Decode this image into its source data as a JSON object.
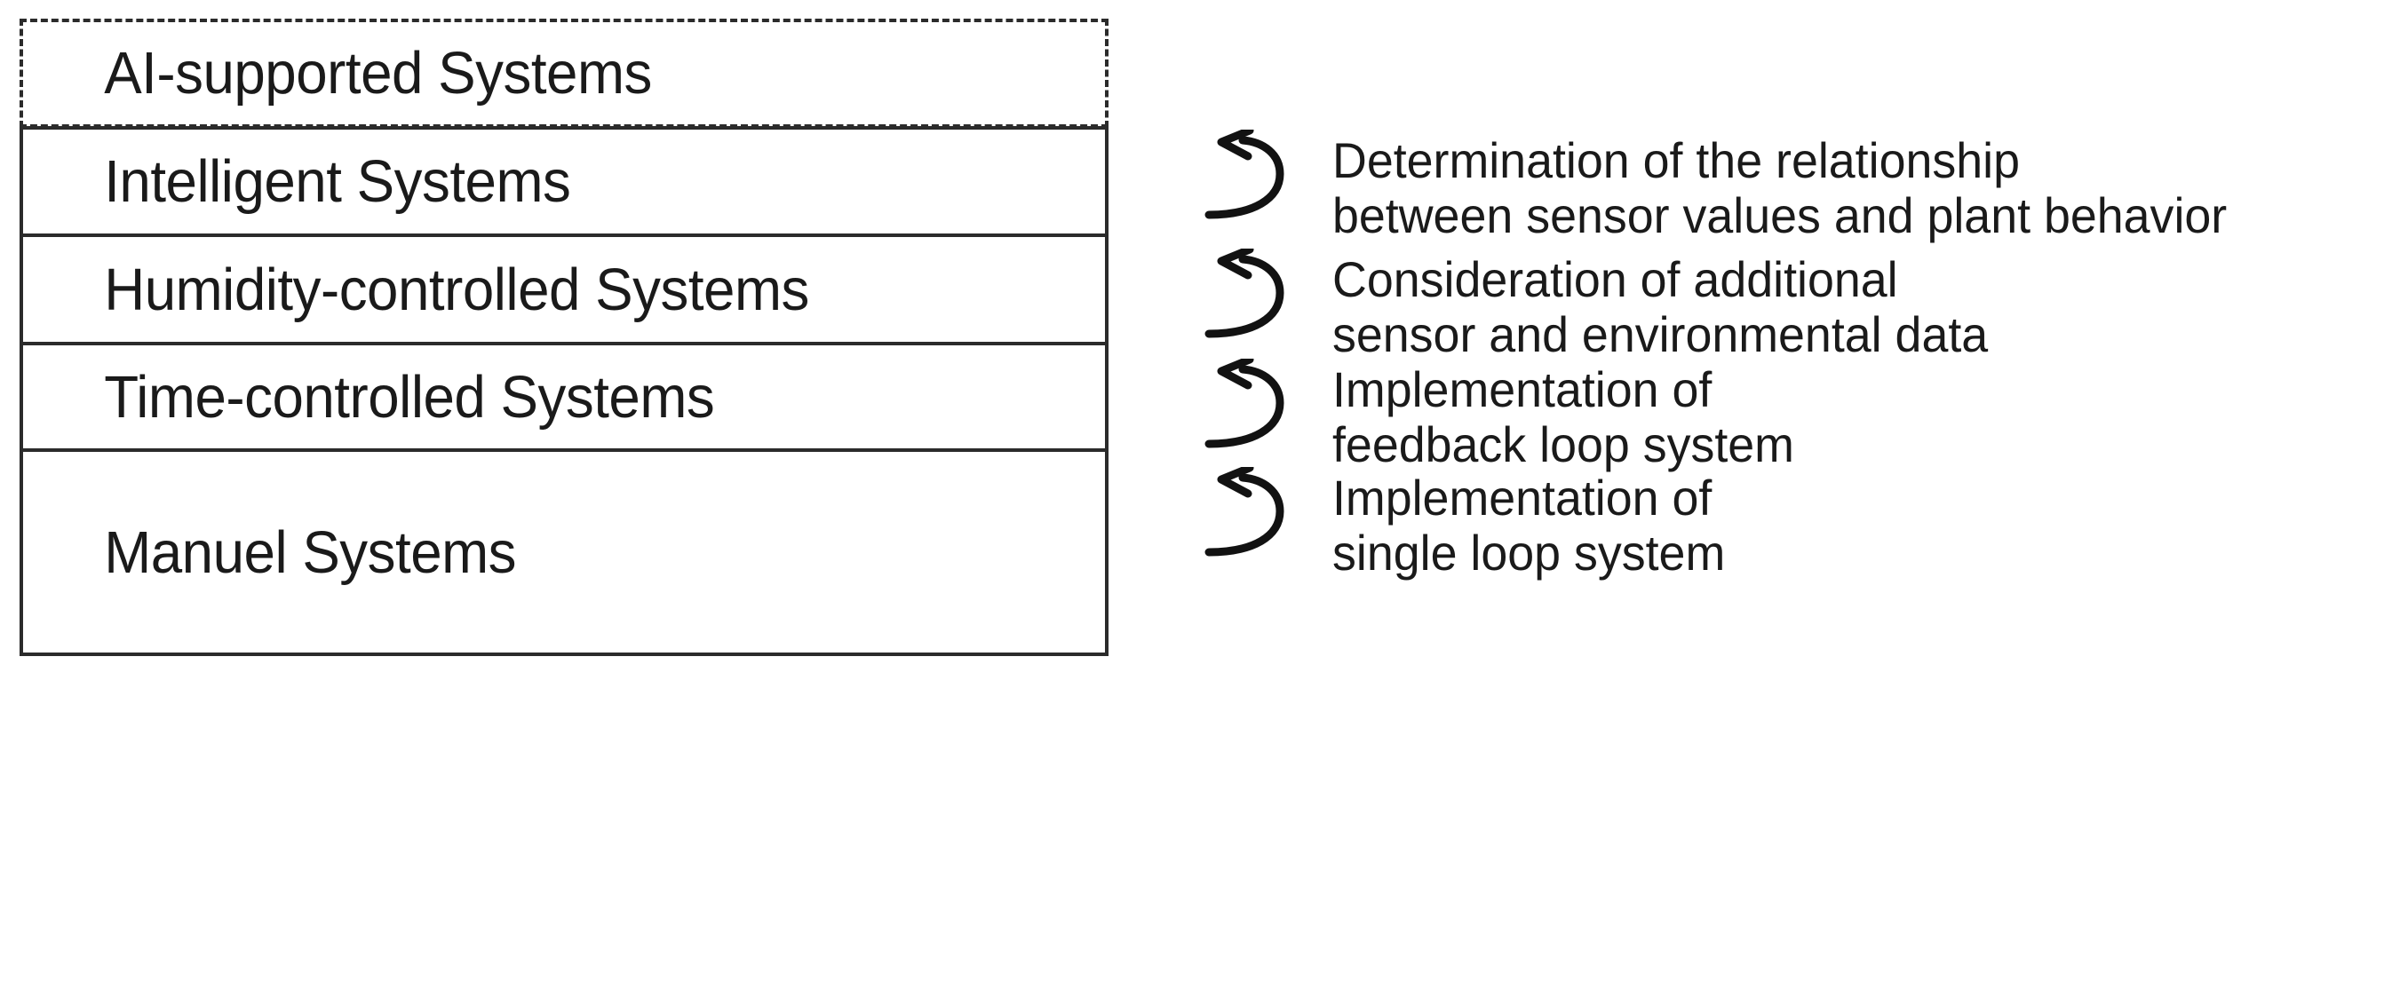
{
  "figure": {
    "background_color": "#ffffff",
    "line_color": "#2b2b2b",
    "text_color": "#1a1a1a"
  },
  "maturity_stack": {
    "levels": [
      {
        "id": "ai-supported",
        "label": "AI-supported Systems",
        "border_style": "dashed"
      },
      {
        "id": "intelligent",
        "label": "Intelligent Systems",
        "border_style": "solid"
      },
      {
        "id": "humidity-controlled",
        "label": "Humidity-controlled Systems",
        "border_style": "solid"
      },
      {
        "id": "time-controlled",
        "label": "Time-controlled Systems",
        "border_style": "solid"
      },
      {
        "id": "manuel",
        "label": "Manuel Systems",
        "border_style": "solid"
      }
    ]
  },
  "annotations": {
    "icon_name": "curved-up-left-arrow-icon",
    "items": [
      {
        "id": "relationship-determination",
        "text": "Determination of the relationship\nbetween sensor values and plant behavior"
      },
      {
        "id": "additional-data",
        "text": "Consideration of additional\nsensor and environmental data"
      },
      {
        "id": "feedback-loop",
        "text": "Implementation of\nfeedback loop system"
      },
      {
        "id": "single-loop",
        "text": "Implementation of\nsingle loop system"
      }
    ]
  }
}
